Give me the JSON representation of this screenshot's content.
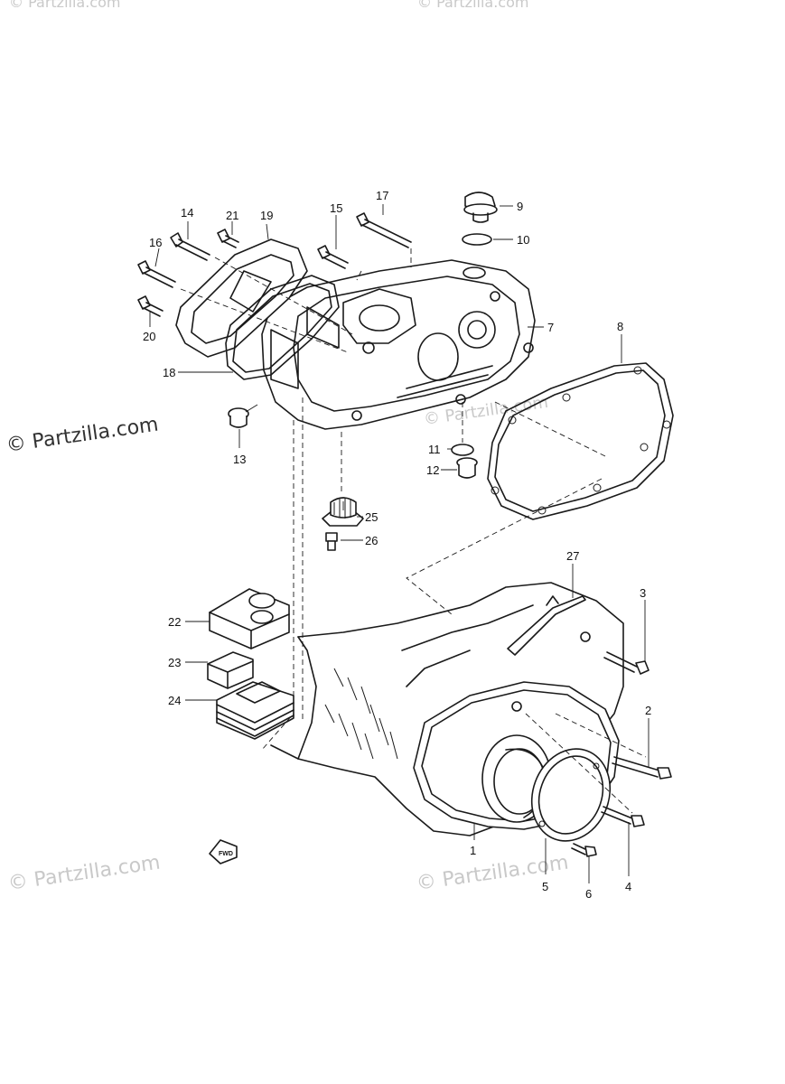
{
  "watermarks": {
    "main": "© Partzilla.com",
    "faded": "© Partzilla.com"
  },
  "fwd_badge": "FWD",
  "callouts": [
    "1",
    "2",
    "3",
    "4",
    "5",
    "6",
    "7",
    "8",
    "9",
    "10",
    "11",
    "12",
    "13",
    "14",
    "15",
    "16",
    "17",
    "18",
    "19",
    "20",
    "21",
    "22",
    "23",
    "24",
    "25",
    "26",
    "27"
  ],
  "colors": {
    "ink": "#1a1a1a",
    "watermark": "#c9c9c9",
    "background": "#ffffff"
  }
}
